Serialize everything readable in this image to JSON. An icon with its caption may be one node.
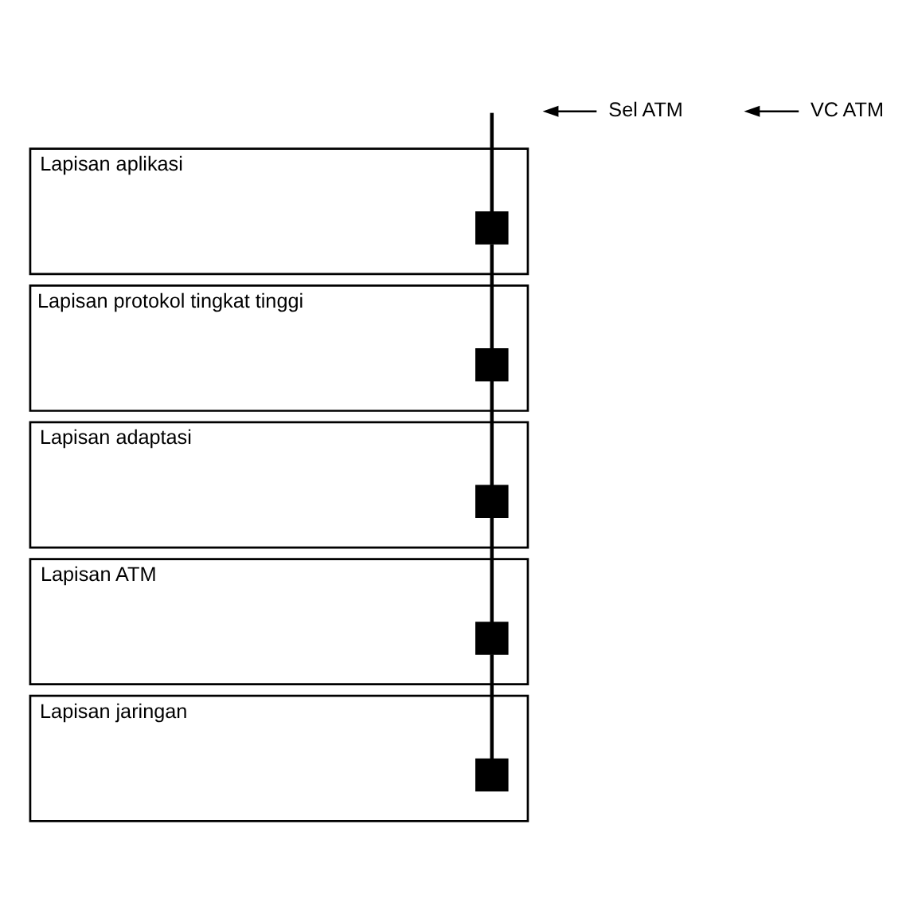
{
  "diagram": {
    "nodes": [
      {
        "text": [
          "Lapisan aplikasi"
        ]
      },
      {
        "text": [],
        "shape": "box",
        "in": 0
      },
      {
        "text": [
          "Lapisan protokol tingkat tinggi"
        ]
      },
      {
        "text": [],
        "shape": "box",
        "in": 2
      },
      {
        "text": [
          "Lapisan adaptasi"
        ]
      },
      {
        "text": [],
        "shape": "box",
        "in": 4
      },
      {
        "text": [
          "Lapisan ATM"
        ]
      },
      {
        "text": [],
        "shape": "box",
        "in": 6
      },
      {
        "text": [
          "Lapisan jaringan"
        ]
      },
      {
        "text": [],
        "shape": "box",
        "in": 8
      },
      {
        "text": [
          "Sel ATM"
        ]
      },
      {
        "text": [
          "VC ATM"
        ]
      }
    ],
    "edges": [
      {
        "from": null,
        "to": 1,
        "arrow": "none"
      },
      {
        "from": 1,
        "to": 3,
        "arrow": "none"
      },
      {
        "from": 3,
        "to": 5,
        "arrow": "none"
      },
      {
        "from": 5,
        "to": 7,
        "arrow": "none"
      },
      {
        "from": 7,
        "to": 9,
        "arrow": "none"
      },
      {
        "from": 10,
        "to": null,
        "arrow": "to"
      },
      {
        "from": 11,
        "to": null,
        "arrow": "to"
      }
    ]
  }
}
